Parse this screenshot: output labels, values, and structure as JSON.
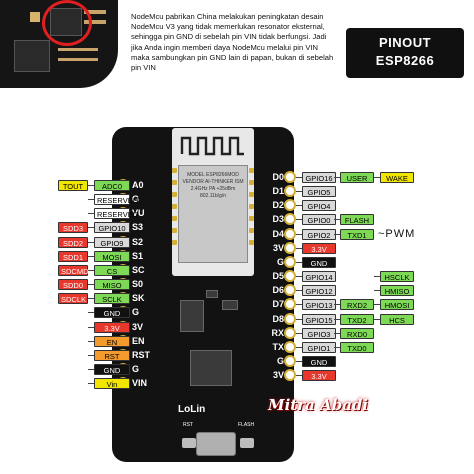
{
  "note": "NodeMcu pabrikan China melakukan peningkatan desain NodeMcu V3 yang tidak memerlukan resonator eksternal, sehingga pin GND di sebelah pin VIN tidak berfungsi. Jadi jika Anda ingin memberi daya NodeMcu melalui pin VIN maka sambungkan pin GND lain di papan, bukan di sebelah pin VIN",
  "title": {
    "line1": "PINOUT",
    "line2": "ESP8266"
  },
  "pwm_label": "~PWM",
  "colors": {
    "gray": "#d9d9d9",
    "red": "#e8372c",
    "green": "#7ed957",
    "yellow": "#f2e600",
    "black": "#111111",
    "white": "#ffffff",
    "orange": "#f39a2c"
  },
  "module_text": "MODEL ESP8266MOD VENDOR AI-THINKER ISM 2.4GHz PA +25dBm 802.11b/g/n",
  "board_brand": "LoLin",
  "buttons": {
    "rst": "RST",
    "flash": "FLASH"
  },
  "watermark": "Mitra Abadi",
  "left_pins": [
    {
      "pin": "A0",
      "tags": [
        {
          "text": "TOUT",
          "color": "yellow"
        },
        {
          "text": "ADC0",
          "color": "green"
        }
      ]
    },
    {
      "pin": "G",
      "tags": [
        {
          "text": "RESERVED",
          "color": "white"
        }
      ]
    },
    {
      "pin": "VU",
      "tags": [
        {
          "text": "RESERVED",
          "color": "white"
        }
      ]
    },
    {
      "pin": "S3",
      "tags": [
        {
          "text": "SDD3",
          "color": "red"
        },
        {
          "text": "GPIO10",
          "color": "gray"
        }
      ]
    },
    {
      "pin": "S2",
      "tags": [
        {
          "text": "SDD2",
          "color": "red"
        },
        {
          "text": "GPIO9",
          "color": "gray"
        }
      ]
    },
    {
      "pin": "S1",
      "tags": [
        {
          "text": "SDD1",
          "color": "red"
        },
        {
          "text": "MOSI",
          "color": "green"
        }
      ]
    },
    {
      "pin": "SC",
      "tags": [
        {
          "text": "SDCMD",
          "color": "red"
        },
        {
          "text": "CS",
          "color": "green"
        }
      ]
    },
    {
      "pin": "S0",
      "tags": [
        {
          "text": "SDD0",
          "color": "red"
        },
        {
          "text": "MISO",
          "color": "green"
        }
      ]
    },
    {
      "pin": "SK",
      "tags": [
        {
          "text": "SDCLK",
          "color": "red"
        },
        {
          "text": "SCLK",
          "color": "green"
        }
      ]
    },
    {
      "pin": "G",
      "tags": [
        {
          "text": "GND",
          "color": "black"
        }
      ]
    },
    {
      "pin": "3V",
      "tags": [
        {
          "text": "3.3V",
          "color": "red"
        }
      ]
    },
    {
      "pin": "EN",
      "tags": [
        {
          "text": "EN",
          "color": "orange"
        }
      ]
    },
    {
      "pin": "RST",
      "tags": [
        {
          "text": "RST",
          "color": "orange"
        }
      ]
    },
    {
      "pin": "G",
      "tags": [
        {
          "text": "GND",
          "color": "black"
        }
      ]
    },
    {
      "pin": "VIN",
      "tags": [
        {
          "text": "Vin",
          "color": "yellow"
        }
      ]
    }
  ],
  "right_pins": [
    {
      "pin": "D0",
      "tags": [
        {
          "text": "GPIO16",
          "color": "gray"
        },
        {
          "text": "USER",
          "color": "green"
        },
        {
          "text": "WAKE",
          "color": "yellow"
        }
      ]
    },
    {
      "pin": "D1",
      "tags": [
        {
          "text": "GPIO5",
          "color": "gray"
        }
      ]
    },
    {
      "pin": "D2",
      "tags": [
        {
          "text": "GPIO4",
          "color": "gray"
        }
      ]
    },
    {
      "pin": "D3",
      "tags": [
        {
          "text": "GPIO0",
          "color": "gray"
        },
        {
          "text": "FLASH",
          "color": "green"
        }
      ]
    },
    {
      "pin": "D4",
      "tags": [
        {
          "text": "GPIO2",
          "color": "gray"
        },
        {
          "text": "TXD1",
          "color": "green"
        }
      ]
    },
    {
      "pin": "3V",
      "tags": [
        {
          "text": "3.3V",
          "color": "red"
        }
      ]
    },
    {
      "pin": "G",
      "tags": [
        {
          "text": "GND",
          "color": "black"
        }
      ]
    },
    {
      "pin": "D5",
      "tags": [
        {
          "text": "GPIO14",
          "color": "gray"
        },
        {
          "text": "",
          "color": "none"
        },
        {
          "text": "HSCLK",
          "color": "green"
        }
      ]
    },
    {
      "pin": "D6",
      "tags": [
        {
          "text": "GPIO12",
          "color": "gray"
        },
        {
          "text": "",
          "color": "none"
        },
        {
          "text": "HMISO",
          "color": "green"
        }
      ]
    },
    {
      "pin": "D7",
      "tags": [
        {
          "text": "GPIO13",
          "color": "gray"
        },
        {
          "text": "RXD2",
          "color": "green"
        },
        {
          "text": "HMOSI",
          "color": "green"
        }
      ]
    },
    {
      "pin": "D8",
      "tags": [
        {
          "text": "GPIO15",
          "color": "gray"
        },
        {
          "text": "TXD2",
          "color": "green"
        },
        {
          "text": "HCS",
          "color": "green"
        }
      ]
    },
    {
      "pin": "RX",
      "tags": [
        {
          "text": "GPIO3",
          "color": "gray"
        },
        {
          "text": "RXD0",
          "color": "green"
        }
      ]
    },
    {
      "pin": "TX",
      "tags": [
        {
          "text": "GPIO1",
          "color": "gray"
        },
        {
          "text": "TXD0",
          "color": "green"
        }
      ]
    },
    {
      "pin": "G",
      "tags": [
        {
          "text": "GND",
          "color": "black"
        }
      ]
    },
    {
      "pin": "3V",
      "tags": [
        {
          "text": "3.3V",
          "color": "red"
        }
      ]
    }
  ]
}
